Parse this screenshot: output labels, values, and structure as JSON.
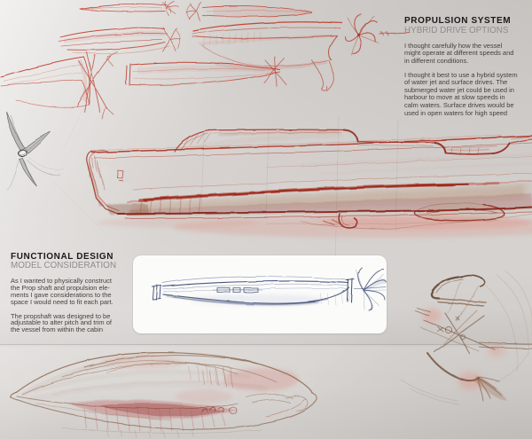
{
  "board": {
    "kind": "yacht concept design sketch board",
    "colors": {
      "background": "#d5d2cf",
      "sketch_red": "#b92d1d",
      "sketch_dark_red": "#8c1d10",
      "sketch_sepia": "#7a5138",
      "sketch_blue": "#2d3c66",
      "sketch_black": "#2e2c2a",
      "heading_text": "#1b1a19",
      "subheading_text": "#8f8c89",
      "body_text": "#45423e",
      "panel_white": "#fbfbfa"
    }
  },
  "propulsion_block": {
    "title": "PROPULSION SYSTEM",
    "subtitle": "HYBRID DRIVE OPTIONS",
    "para1": {
      "l1": "I thought carefully how the vessel",
      "l2": "might operate at different speeds and",
      "l3": "in different conditions."
    },
    "para2": {
      "l1": "I thought it best to use a hybrid system",
      "l2": "of water jet and surface drives. The",
      "l3": "submerged water jet could be used in",
      "l4": "harbour to move at slow speeds in",
      "l5": "calm waters. Surface drives would be",
      "l6": "used in open waters for high speed"
    }
  },
  "functional_block": {
    "title": "FUNCTIONAL DESIGN",
    "subtitle": "MODEL CONSIDERATION",
    "para1": {
      "l1": "As I wanted to physically construct",
      "l2": "the Prop shaft and propulsion ele-",
      "l3": "ments I gave considerations to the",
      "l4": "space I would need to fit each part."
    },
    "para2": {
      "l1": "The propshaft was designed to be",
      "l2": "adjustable to alter pitch and trim of",
      "l3": "the vessel from within the cabin"
    }
  },
  "sketches": {
    "main_side_view": "red marker side view of motor yacht",
    "bottom_three_quarter": "red and sepia three quarter view of hull",
    "blue_panel_sketch": "blue ballpoint propulsion package side view",
    "stern_drive_detail": "sepia surface drive mechanism detail",
    "propeller_black": "black propeller sketch",
    "thumbnails": "red hull thumbnails with surface drives"
  }
}
